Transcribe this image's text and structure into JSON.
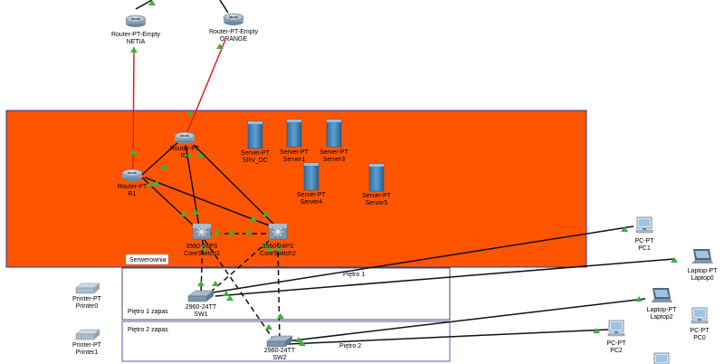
{
  "areas": {
    "server_room": {
      "label": "Serwerownia",
      "fill": "#ff5500",
      "border": "#3333aa"
    },
    "floor1_backup": {
      "label": "Piętro 1 zapas"
    },
    "floor1": {
      "label": "Piętro 1"
    },
    "floor2_backup": {
      "label": "Piętro 2 zapas"
    },
    "floor2": {
      "label": "Piętro 2"
    }
  },
  "colors": {
    "wan_link": "#e02020",
    "link": "#111111",
    "port_up": "#3cb043"
  },
  "devices": {
    "netia": {
      "type": "Router-PT-Empty",
      "name": "NETIA",
      "icon": "router-icon"
    },
    "orange": {
      "type": "Router-PT-Empty",
      "name": "ORANGE",
      "icon": "router-icon"
    },
    "r1": {
      "type": "Router-PT",
      "name": "R1",
      "icon": "router-icon"
    },
    "r2": {
      "type": "Router-PT",
      "name": "R2",
      "icon": "router-icon"
    },
    "core1": {
      "type": "3560-24PS",
      "name": "CoreSwitch1",
      "icon": "multilayer-switch-icon"
    },
    "core2": {
      "type": "3560-24PS",
      "name": "CoreSwitch2",
      "icon": "multilayer-switch-icon"
    },
    "srv_dc": {
      "type": "Server-PT",
      "name": "SRV_DC",
      "icon": "server-icon"
    },
    "server1": {
      "type": "Server-PT",
      "name": "Server1",
      "icon": "server-icon"
    },
    "server3": {
      "type": "Server-PT",
      "name": "Server3",
      "icon": "server-icon"
    },
    "server4": {
      "type": "Server-PT",
      "name": "Server4",
      "icon": "server-icon"
    },
    "server5": {
      "type": "Server-PT",
      "name": "Server5",
      "icon": "server-icon"
    },
    "sw1": {
      "type": "2960-24TT",
      "name": "SW1",
      "icon": "switch-icon"
    },
    "sw2": {
      "type": "2960-24TT",
      "name": "SW2",
      "icon": "switch-icon"
    },
    "printer0": {
      "type": "Printer-PT",
      "name": "Printer0",
      "icon": "printer-icon"
    },
    "printer1": {
      "type": "Printer-PT",
      "name": "Printer1",
      "icon": "printer-icon"
    },
    "pc1": {
      "type": "PC-PT",
      "name": "PC1",
      "icon": "pc-icon"
    },
    "laptop0": {
      "type": "Laptop-PT",
      "name": "Laptop0",
      "icon": "laptop-icon"
    },
    "laptop2": {
      "type": "Laptop-PT",
      "name": "Laptop2",
      "icon": "laptop-icon"
    },
    "pc0": {
      "type": "PC-PT",
      "name": "PC0",
      "icon": "pc-icon"
    },
    "pc2": {
      "type": "PC-PT",
      "name": "PC2",
      "icon": "pc-icon"
    }
  }
}
